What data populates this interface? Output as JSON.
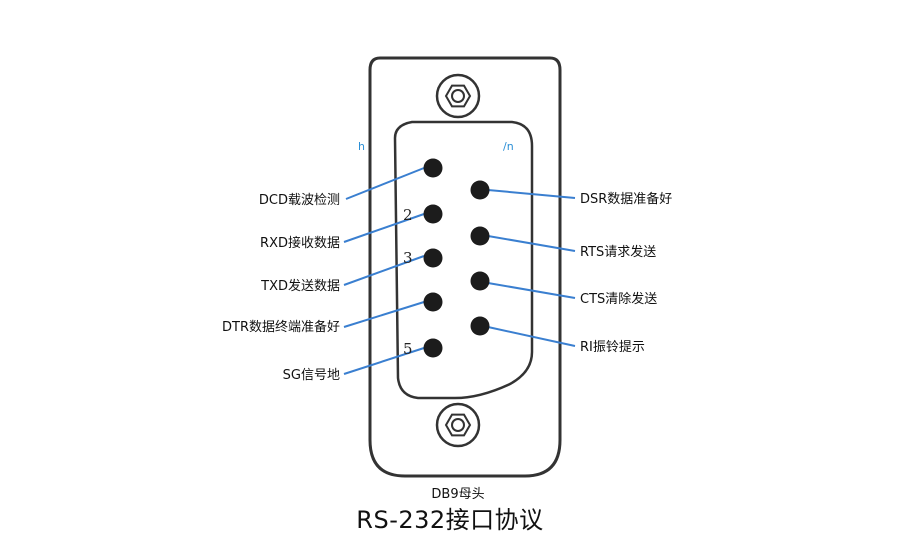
{
  "colors": {
    "leader": "#3a7fd0",
    "outline": "#333333",
    "pin": "#1c1c1c"
  },
  "watermark": {
    "left": "h",
    "right": "/n"
  },
  "connector_label": "DB9母头",
  "title": "RS-232接口协议",
  "pin_numbers": [
    "2",
    "3",
    "5"
  ],
  "left_labels": [
    "DCD载波检测",
    "RXD接收数据",
    "TXD发送数据",
    "DTR数据终端准备好",
    "SG信号地"
  ],
  "right_labels": [
    "DSR数据准备好",
    "RTS请求发送",
    "CTS清除发送",
    "RI振铃提示"
  ]
}
